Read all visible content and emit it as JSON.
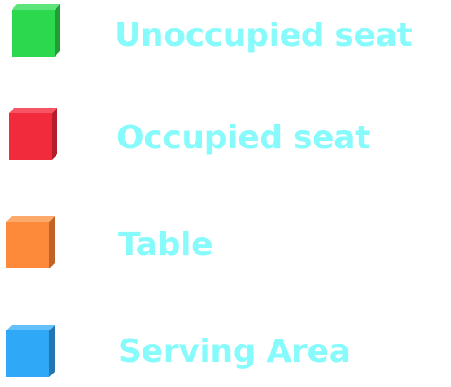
{
  "legend": {
    "items": [
      {
        "label": "Unoccupied seat",
        "icon": "green-cube-icon",
        "color": "#2cd94e"
      },
      {
        "label": "Occupied seat",
        "icon": "red-cube-icon",
        "color": "#f12a3c"
      },
      {
        "label": "Table",
        "icon": "orange-cube-icon",
        "color": "#fc8a3a"
      },
      {
        "label": "Serving Area",
        "icon": "blue-cube-icon",
        "color": "#2fa9f7"
      }
    ],
    "label_color": "#87fbfb"
  }
}
